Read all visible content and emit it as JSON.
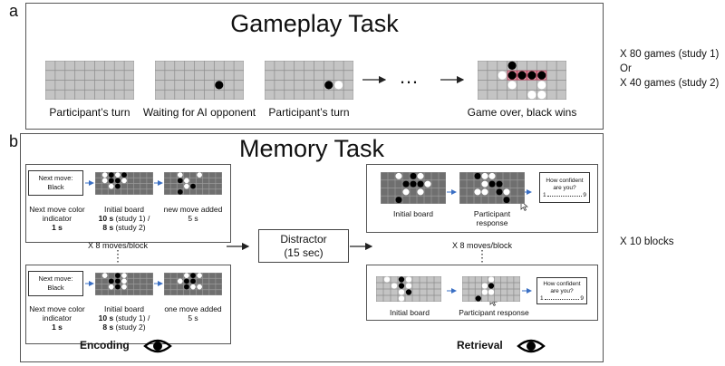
{
  "labels": {
    "a": "a",
    "b": "b"
  },
  "gameplay": {
    "title": "Gameplay Task",
    "captions": [
      "Participant’s turn",
      "Waiting for AI opponent",
      "Participant’s turn",
      "Game over, black wins"
    ],
    "ellipsis": "…",
    "repeats": [
      "X 80 games (study 1)",
      "Or",
      "X 40 games (study 2)"
    ]
  },
  "memory": {
    "title": "Memory Task",
    "indicator": [
      "Next move:",
      "Black"
    ],
    "enc_top": {
      "c1": [
        "Next move color",
        "indicator"
      ],
      "c1_time": "1 s",
      "c2_head": "Initial board",
      "c2_l2_bold": "10 s",
      "c2_l2_rest": " (study 1) /",
      "c2_l3_bold": "8 s",
      "c2_l3_rest": " (study 2)",
      "c3": [
        "new move added",
        "5 s"
      ]
    },
    "enc_bot": {
      "c1": [
        "Next move color",
        "indicator"
      ],
      "c1_time": "1 s",
      "c2_head": "Initial board",
      "c2_l2_bold": "10 s",
      "c2_l2_rest": " (study 1) /",
      "c2_l3_bold": "8 s",
      "c2_l3_rest": " (study 2)",
      "c3": [
        "one move added",
        "5 s"
      ]
    },
    "moves_block": "X 8 moves/block",
    "distractor": [
      "Distractor",
      "(15 sec)"
    ],
    "ret_top": {
      "c1": "Initial board",
      "c2": [
        "Participant",
        "response"
      ]
    },
    "ret_bot": {
      "c1": "Initial board",
      "c2": "Participant response"
    },
    "confidence": [
      "How confident",
      "are you?"
    ],
    "conf_min": "1",
    "conf_max": "9",
    "encoding": "Encoding",
    "retrieval": "Retrieval",
    "blocks": "X 10 blocks"
  }
}
